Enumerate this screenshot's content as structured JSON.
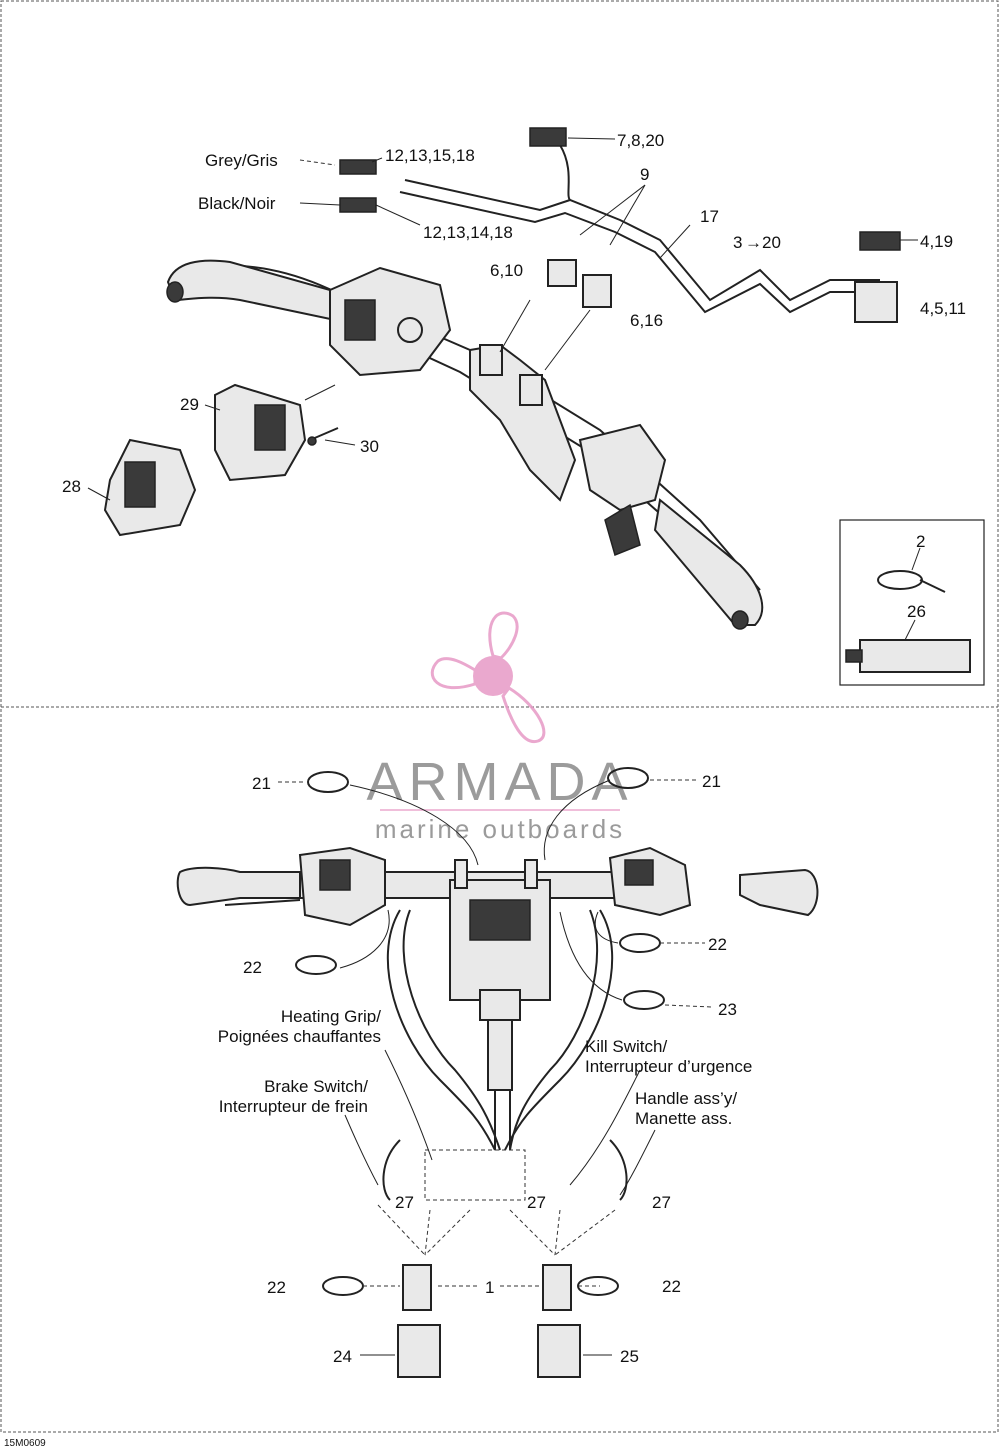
{
  "top_section": {
    "wire_labels": {
      "grey": "Grey/Gris",
      "black": "Black/Noir"
    },
    "callouts": {
      "c_7_8_20": "7,8,20",
      "c_12_13_15_18": "12,13,15,18",
      "c_12_13_14_18": "12,13,14,18",
      "c_9": "9",
      "c_17": "17",
      "c_3_20": "3",
      "c_3_20_b": "20",
      "c_4_19": "4,19",
      "c_6_10": "6,10",
      "c_6_16": "6,16",
      "c_4_5_11": "4,5,11",
      "c_29": "29",
      "c_30": "30",
      "c_28": "28"
    },
    "inset": {
      "c_2": "2",
      "c_26": "26"
    }
  },
  "bottom_section": {
    "captions": {
      "heating_1": "Heating Grip/",
      "heating_2": "Poignées chauffantes",
      "brake_1": "Brake Switch/",
      "brake_2": "Interrupteur de frein",
      "kill_1": "Kill Switch/",
      "kill_2": "Interrupteur d’urgence",
      "handle_1": "Handle ass’y/",
      "handle_2": "Manette ass."
    },
    "callouts": {
      "c_21_left": "21",
      "c_21_right": "21",
      "c_22_left": "22",
      "c_22_right": "22",
      "c_23": "23",
      "c_27_a": "27",
      "c_27_b": "27",
      "c_27_c": "27",
      "c_22_bl": "22",
      "c_22_br": "22",
      "c_1": "1",
      "c_24": "24",
      "c_25": "25"
    }
  },
  "watermark": {
    "brand": "ARMADA",
    "tagline": "marine outboards",
    "color": "#e79ac6"
  },
  "figure_code": "15M0609"
}
